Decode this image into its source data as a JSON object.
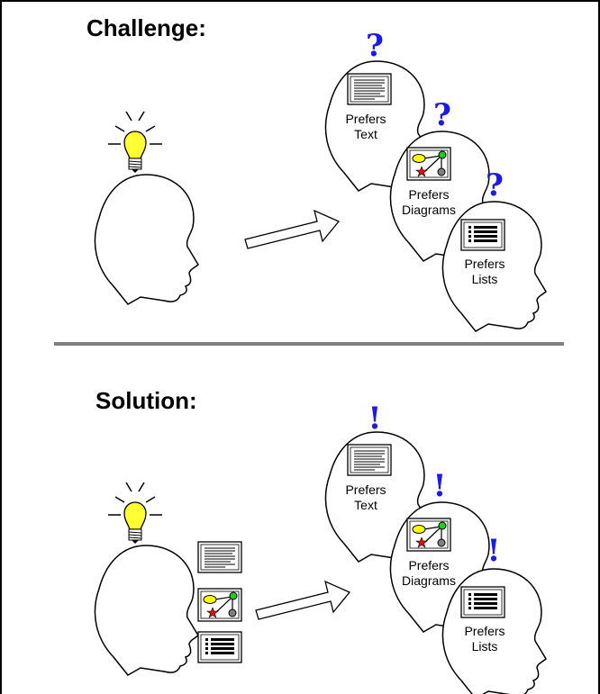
{
  "challenge": {
    "title": "Challenge:",
    "question_mark": "?",
    "heads": [
      {
        "label_line1": "Prefers",
        "label_line2": "Text"
      },
      {
        "label_line1": "Prefers",
        "label_line2": "Diagrams"
      },
      {
        "label_line1": "Prefers",
        "label_line2": "Lists"
      }
    ]
  },
  "solution": {
    "title": "Solution:",
    "exclamation_mark": "!",
    "heads": [
      {
        "label_line1": "Prefers",
        "label_line2": "Text"
      },
      {
        "label_line1": "Prefers",
        "label_line2": "Diagrams"
      },
      {
        "label_line1": "Prefers",
        "label_line2": "Lists"
      }
    ]
  },
  "colors": {
    "bulb": "#ffff33",
    "mark_blue": "#1a1aee",
    "divider": "#808080",
    "node_yellow": "#ffff00",
    "node_green": "#22cc22",
    "node_red": "#dd1111",
    "node_gray": "#808080"
  }
}
